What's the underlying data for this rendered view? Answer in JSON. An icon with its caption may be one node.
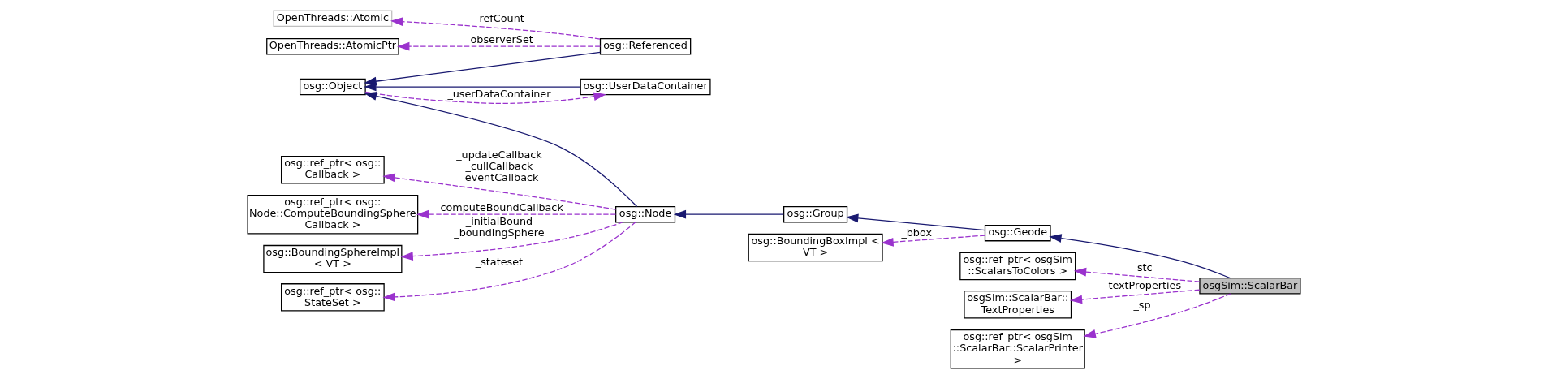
{
  "diagram": {
    "nodes": [
      {
        "text": [
          "OpenThreads::Atomic"
        ]
      },
      {
        "text": [
          "OpenThreads::AtomicPtr"
        ]
      },
      {
        "text": [
          "osg::Referenced"
        ]
      },
      {
        "text": [
          "osg::Object"
        ]
      },
      {
        "text": [
          "osg::UserDataContainer"
        ]
      },
      {
        "text": [
          "osg::ref_ptr< osg:: Callback >"
        ]
      },
      {
        "text": [
          "osg::ref_ptr< osg:: Node::ComputeBoundingSphere Callback >"
        ]
      },
      {
        "text": [
          "osg::BoundingSphereImpl < VT >"
        ]
      },
      {
        "text": [
          "osg::ref_ptr< osg:: StateSet >"
        ]
      },
      {
        "text": [
          "osg::Node"
        ]
      },
      {
        "text": [
          "osg::Group"
        ]
      },
      {
        "text": [
          "osg::BoundingBoxImpl < VT >"
        ]
      },
      {
        "text": [
          "osg::Geode"
        ]
      },
      {
        "text": [
          "osg::ref_ptr< osgSim ::ScalarsToColors >"
        ]
      },
      {
        "text": [
          "osgSim::ScalarBar:: TextProperties"
        ]
      },
      {
        "text": [
          "osg::ref_ptr< osgSim ::ScalarBar::ScalarPrinter >"
        ]
      },
      {
        "text": [
          "osgSim::ScalarBar"
        ]
      }
    ],
    "edges": [
      {
        "from": 2,
        "to": 0,
        "arrow": "to",
        "label": "_refCount",
        "style": "dashed"
      },
      {
        "from": 2,
        "to": 1,
        "arrow": "to",
        "label": "_observerSet",
        "style": "dashed"
      },
      {
        "from": 2,
        "to": 3,
        "arrow": "to",
        "color": "#191970"
      },
      {
        "from": 4,
        "to": 3,
        "arrow": "to",
        "color": "#191970"
      },
      {
        "from": 3,
        "to": 4,
        "arrow": "to",
        "label": "_userDataContainer",
        "style": "dashed"
      },
      {
        "from": 9,
        "to": 3,
        "arrow": "to",
        "color": "#191970"
      },
      {
        "from": 9,
        "to": 5,
        "arrow": "to",
        "label": "_updateCallback _cullCallback _eventCallback",
        "style": "dashed"
      },
      {
        "from": 9,
        "to": 6,
        "arrow": "to",
        "label": "_computeBoundCallback",
        "style": "dashed"
      },
      {
        "from": 9,
        "to": 7,
        "arrow": "to",
        "label": "_initialBound _boundingSphere",
        "style": "dashed"
      },
      {
        "from": 9,
        "to": 8,
        "arrow": "to",
        "label": "_stateset",
        "style": "dashed"
      },
      {
        "from": 10,
        "to": 9,
        "arrow": "to",
        "color": "#191970"
      },
      {
        "from": 12,
        "to": 10,
        "arrow": "to",
        "color": "#191970"
      },
      {
        "from": 12,
        "to": 11,
        "arrow": "to",
        "label": "_bbox",
        "style": "dashed"
      },
      {
        "from": 16,
        "to": 12,
        "arrow": "to",
        "color": "#191970"
      },
      {
        "from": 16,
        "to": 13,
        "arrow": "to",
        "label": "_stc",
        "style": "dashed"
      },
      {
        "from": 16,
        "to": 14,
        "arrow": "to",
        "label": "_textProperties",
        "style": "dashed"
      },
      {
        "from": 16,
        "to": 15,
        "arrow": "to",
        "label": "_sp",
        "style": "dashed"
      }
    ]
  }
}
